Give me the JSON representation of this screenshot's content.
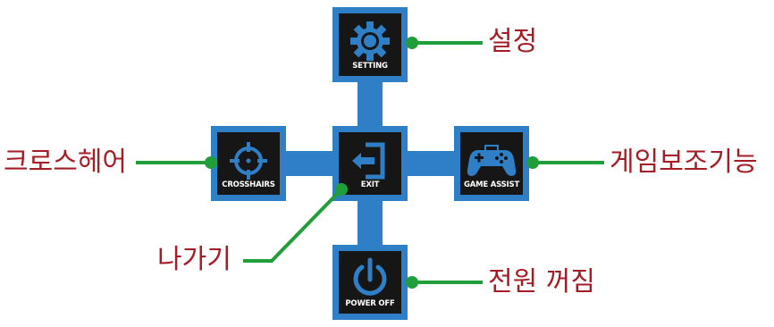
{
  "tiles": {
    "setting": {
      "label": "SETTING",
      "icon": "gear-icon"
    },
    "crosshairs": {
      "label": "CROSSHAIRS",
      "icon": "crosshair-icon"
    },
    "exit": {
      "label": "EXIT",
      "icon": "exit-icon"
    },
    "game_assist": {
      "label": "GAME ASSIST",
      "icon": "gamepad-icon"
    },
    "power_off": {
      "label": "POWER OFF",
      "icon": "power-icon"
    }
  },
  "callouts": {
    "setting": "설정",
    "crosshairs": "크로스헤어",
    "exit": "나가기",
    "game_assist": "게임보조기능",
    "power_off": "전원 꺼짐"
  },
  "colors": {
    "tile_border": "#2f7fc7",
    "tile_fill": "#161616",
    "icon": "#2f7fc7",
    "leader": "#1f9e3a",
    "callout_text": "#a51d24"
  }
}
